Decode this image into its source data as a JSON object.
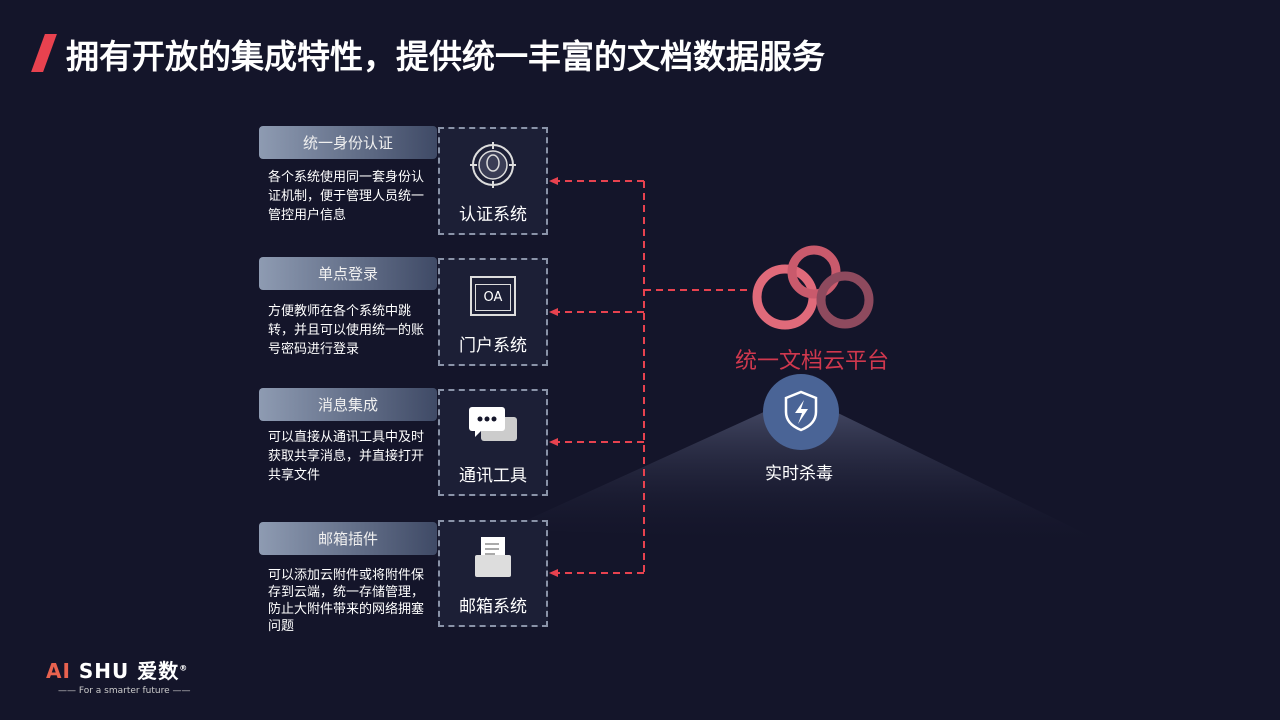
{
  "title": "拥有开放的集成特性，提供统一丰富的文档数据服务",
  "items": [
    {
      "label": "统一身份认证",
      "desc": "各个系统使用同一套身份认证机制，便于管理人员统一管控用户信息",
      "system": "认证系统",
      "icon": "user-target-icon"
    },
    {
      "label": "单点登录",
      "desc": "方便教师在各个系统中跳转，并且可以使用统一的账号密码进行登录",
      "system": "门户系统",
      "icon": "oa-window-icon",
      "icon_text": "OA"
    },
    {
      "label": "消息集成",
      "desc": "可以直接从通讯工具中及时获取共享消息，并直接打开共享文件",
      "system": "通讯工具",
      "icon": "chat-icon"
    },
    {
      "label": "邮箱插件",
      "desc": "可以添加云附件或将附件保存到云端，统一存储管理，防止大附件带来的网络拥塞问题",
      "system": "邮箱系统",
      "icon": "mail-doc-icon"
    }
  ],
  "platform": "统一文档云平台",
  "antivirus": "实时杀毒",
  "logo": {
    "brand": "AI SHU 爱数",
    "tagline": "For a smarter future"
  },
  "colors": {
    "accent": "#e8424f",
    "bg": "#14152a"
  }
}
